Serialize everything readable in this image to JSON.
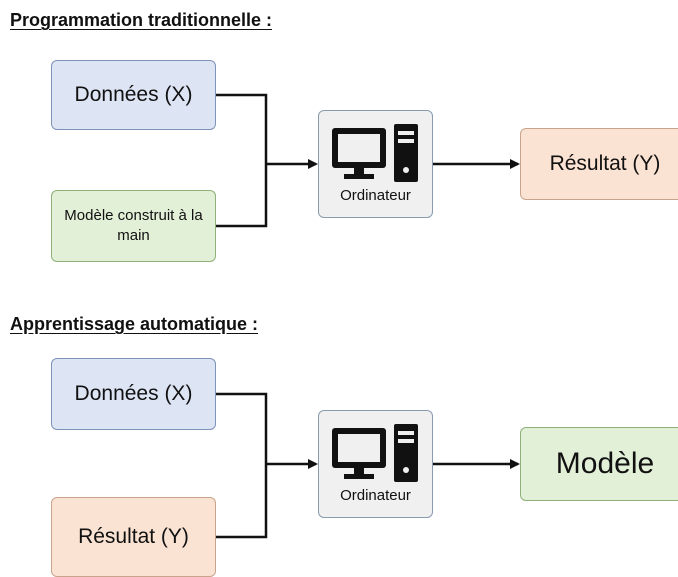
{
  "sections": [
    {
      "title": "Programmation traditionnelle :",
      "input_top": "Données (X)",
      "input_bottom": "Modèle construit à la main",
      "processor_label": "Ordinateur",
      "output": "Résultat (Y)"
    },
    {
      "title": "Apprentissage automatique :",
      "input_top": "Données (X)",
      "input_bottom": "Résultat (Y)",
      "processor_label": "Ordinateur",
      "output": "Modèle"
    }
  ],
  "icons": {
    "processor": "computer-icon"
  },
  "colors": {
    "data_box": "#dde4f4",
    "model_box": "#e3f0d8",
    "result_box": "#fbe3d3",
    "computer_box": "#f0f0f0",
    "line": "#111111"
  }
}
